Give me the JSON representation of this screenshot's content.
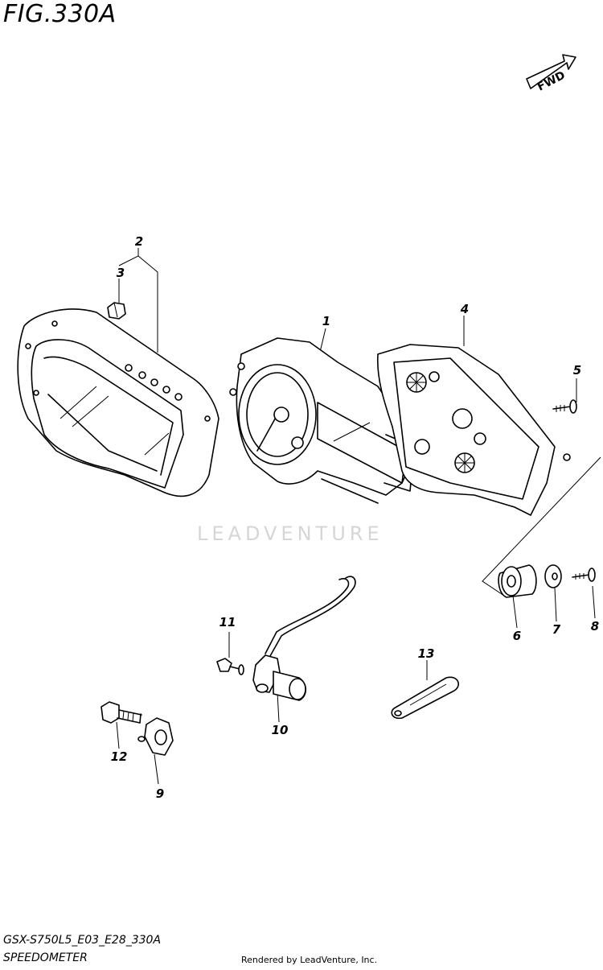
{
  "figure": {
    "title": "FIG.330A",
    "fwd_label": "FWD",
    "model_code": "GSX-S750L5_E03_E28_330A",
    "section_name": "SPEEDOMETER",
    "watermark": "LEADVENTURE",
    "rendered_by": "Rendered by LeadVenture, Inc."
  },
  "callouts": [
    "1",
    "2",
    "3",
    "4",
    "5",
    "6",
    "7",
    "8",
    "9",
    "10",
    "11",
    "12",
    "13"
  ]
}
